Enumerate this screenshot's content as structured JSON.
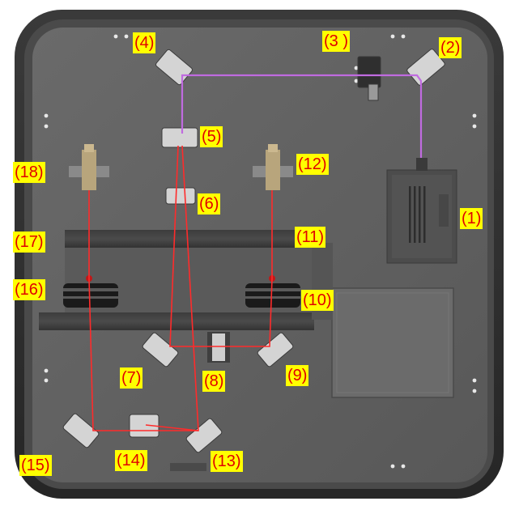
{
  "labels": {
    "l1": "(1)",
    "l2": "(2)",
    "l3": "(3 )",
    "l4": "(4)",
    "l5": "(5)",
    "l6": "(6)",
    "l7": "(7)",
    "l8": "(8)",
    "l9": "(9)",
    "l10": "(10)",
    "l11": "(11)",
    "l12": "(12)",
    "l13": "(13)",
    "l14": "(14)",
    "l15": "(15)",
    "l16": "(16)",
    "l17": "(17)",
    "l18": "(18)"
  },
  "colors": {
    "plate": "#5d5d5d",
    "frame": "#2e2e2e",
    "beam_red": "#ff2b2b",
    "beam_purple": "#c06be0",
    "label_bg": "#ffff00",
    "label_text": "#e00000"
  }
}
